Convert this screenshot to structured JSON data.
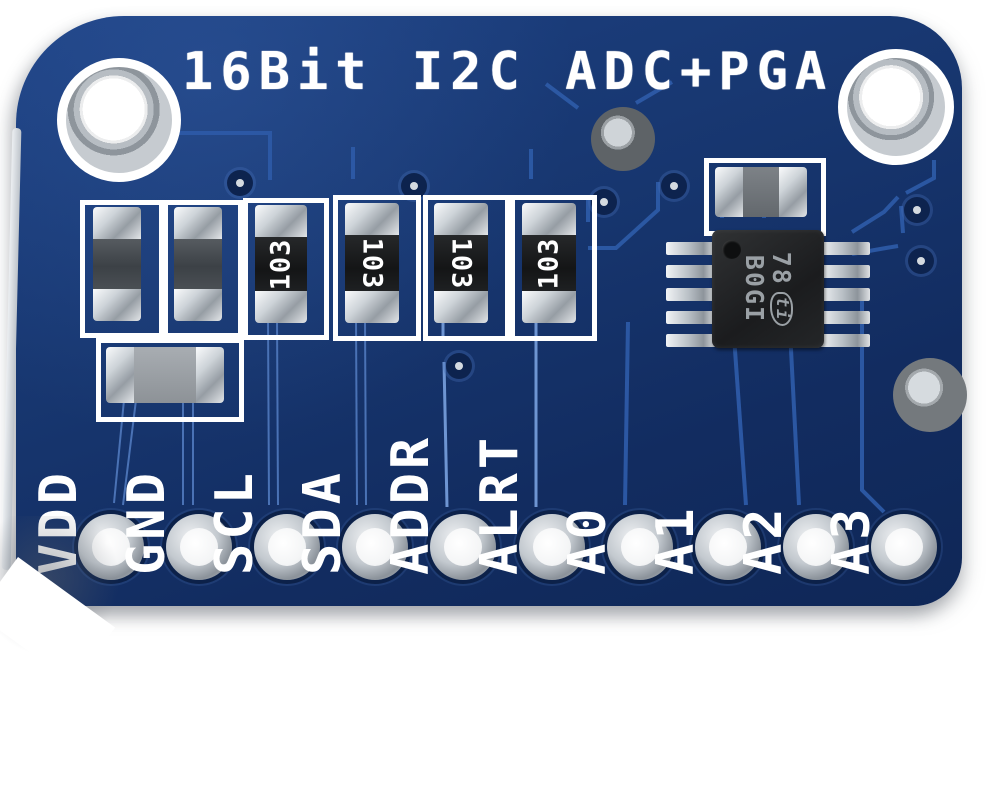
{
  "board": {
    "silkscreen_title": "16Bit I2C ADC+PGA",
    "pin_labels": [
      {
        "label": "VDD"
      },
      {
        "label": "GND"
      },
      {
        "label": "SCL"
      },
      {
        "label": "SDA"
      },
      {
        "label": "ADDR"
      },
      {
        "label": "ALRT"
      },
      {
        "label": "A0"
      },
      {
        "label": "A1"
      },
      {
        "label": "A2"
      },
      {
        "label": "A3"
      }
    ],
    "resistor_marking": "103",
    "ic": {
      "marking_top": "78",
      "marking_bottom": "B0GI",
      "logo_text": "ti"
    },
    "colors": {
      "soldermask": "#17366f",
      "silkscreen": "#ffffff",
      "trace": "#2d5aa6",
      "solder": "#c9ced3",
      "background": "#ffffff"
    }
  }
}
